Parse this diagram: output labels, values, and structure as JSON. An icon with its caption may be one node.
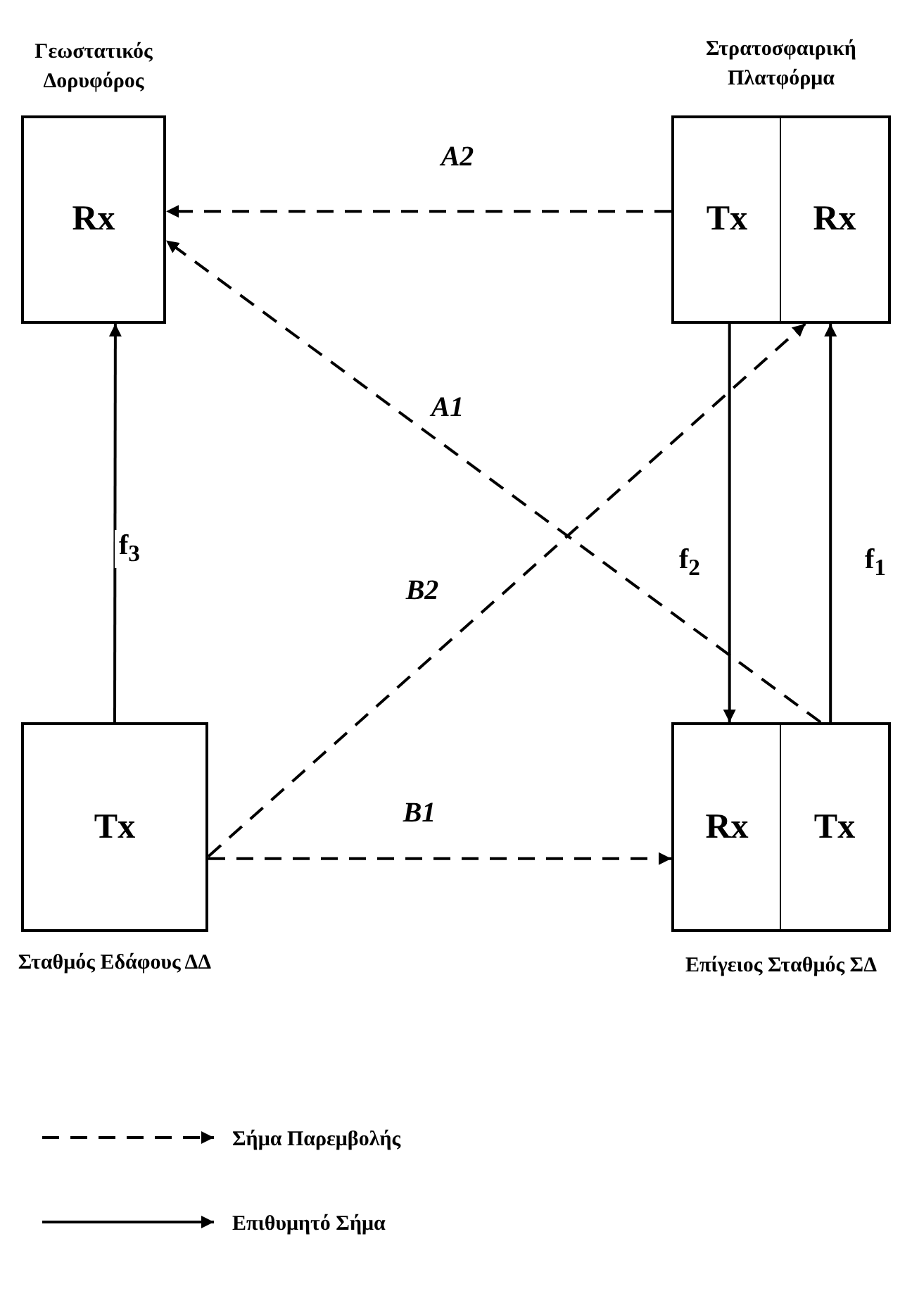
{
  "diagram": {
    "nodes": [
      {
        "text": [
          "Γεωστατικός Δορυφόρος",
          "Rx"
        ]
      },
      {
        "text": [
          "Στρατοσφαιρική Πλατφόρμα"
        ]
      },
      {
        "text": [
          "Tx"
        ],
        "in": 1
      },
      {
        "text": [
          "Rx"
        ],
        "in": 1
      },
      {
        "text": [
          "Tx",
          "Σταθμός Εδάφους ΔΔ"
        ]
      },
      {
        "text": [
          "Επίγειος Σταθμός ΣΔ"
        ]
      },
      {
        "text": [
          "Rx"
        ],
        "in": 5
      },
      {
        "text": [
          "Tx"
        ],
        "in": 5
      }
    ],
    "edges": [
      {
        "from": 2,
        "to": 0,
        "arrow": "to",
        "label": "A2",
        "style": "dashed"
      },
      {
        "from": 7,
        "to": 0,
        "arrow": "to",
        "label": "A1",
        "style": "dashed"
      },
      {
        "from": 4,
        "to": 3,
        "arrow": "to",
        "label": "B2",
        "style": "dashed"
      },
      {
        "from": 4,
        "to": 6,
        "arrow": "to",
        "label": "B1",
        "style": "dashed"
      },
      {
        "from": 4,
        "to": 0,
        "arrow": "to",
        "label": "f$_{3}$"
      },
      {
        "from": 2,
        "to": 6,
        "arrow": "to",
        "label": "f$_{2}$"
      },
      {
        "from": 7,
        "to": 3,
        "arrow": "to",
        "label": "f$_{1}$"
      }
    ],
    "legend": [
      {
        "text": "Σήμα Παρεμβολής"
      },
      {
        "text": "Επιθυμητό Σήμα"
      }
    ]
  }
}
